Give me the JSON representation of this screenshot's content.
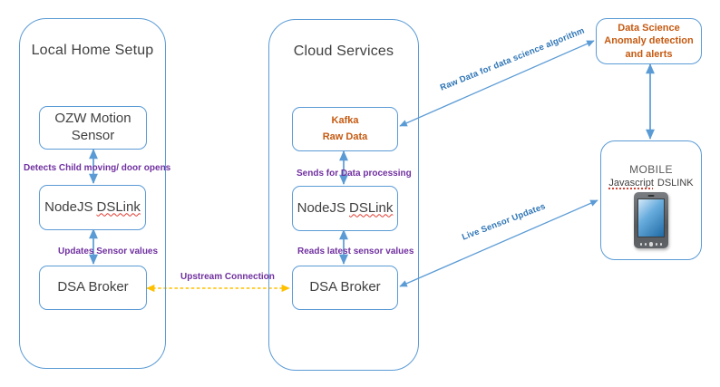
{
  "colors": {
    "outline_blue": "#5B9BD5",
    "arrow_blue": "#5B9BD5",
    "connector_yellow": "#FFC000",
    "label_purple": "#7030A0",
    "label_blue": "#2E75B6",
    "text_dark": "#404040",
    "accent_orange": "#C55A11",
    "squiggle_red": "#e03c31"
  },
  "local_home": {
    "title": "Local Home Setup",
    "ozw": {
      "line1": "OZW Motion",
      "line2": "Sensor"
    },
    "nodejs": {
      "prefix": "NodeJS",
      "underlined": "DSLink"
    },
    "dsa": {
      "label": "DSA Broker"
    }
  },
  "cloud": {
    "title": "Cloud Services",
    "kafka": {
      "line1": "Kafka",
      "line2": "Raw Data"
    },
    "nodejs": {
      "prefix": "NodeJS",
      "underlined": "DSLink"
    },
    "dsa": {
      "label": "DSA Broker"
    }
  },
  "data_science": {
    "line1": "Data Science",
    "line2": "Anomaly detection",
    "line3": "and alerts"
  },
  "mobile": {
    "title": "MOBILE",
    "subtitle_underlined": "Javascript",
    "subtitle_rest": "DSLINK",
    "phone_icon": "smartphone-icon"
  },
  "edge_labels": {
    "detects": "Detects Child moving/ door opens",
    "updates": "Updates Sensor values",
    "upstream": "Upstream Connection",
    "sends": "Sends for Data processing",
    "reads": "Reads latest sensor values",
    "raw_data": "Raw Data for data science algorithm",
    "live": "Live Sensor Updates"
  }
}
